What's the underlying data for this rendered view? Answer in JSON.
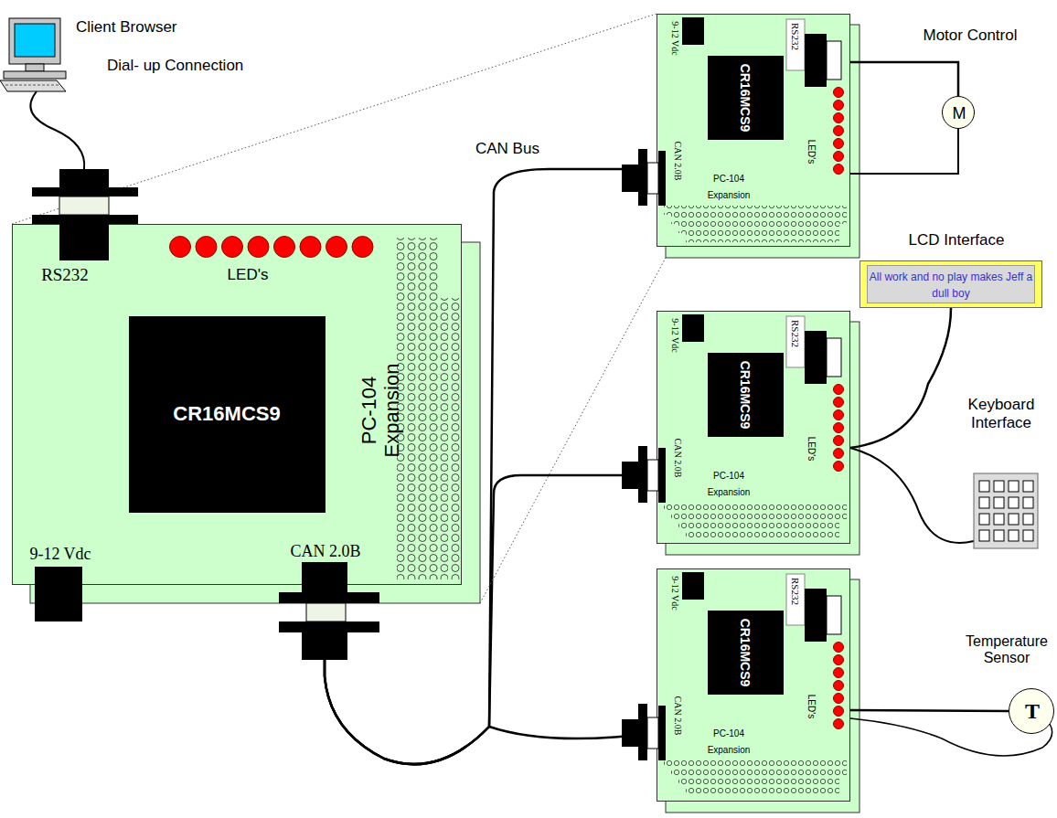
{
  "diagram": {
    "nodes": [
      {
        "text": [
          "RS232",
          "LED's",
          "PC-104 Expansion",
          "9-12 Vdc",
          "CAN 2.0B"
        ]
      },
      {
        "text": [
          "CR16MCS9"
        ],
        "in": 0
      },
      {
        "text": [
          "9-12 Vdc",
          "RS232",
          "CAN 2.0B",
          "LED's",
          "PC-104 Expansion"
        ]
      },
      {
        "text": [
          "CR16MCS9"
        ],
        "in": 2
      },
      {
        "text": [
          "9-12 Vdc",
          "RS232",
          "CAN 2.0B",
          "LED's",
          "PC-104 Expansion"
        ]
      },
      {
        "text": [
          "CR16MCS9"
        ],
        "in": 4
      },
      {
        "text": [
          "9-12 Vdc",
          "RS232",
          "CAN 2.0B",
          "LED's",
          "PC-104 Expansion"
        ]
      },
      {
        "text": [
          "CR16MCS9"
        ],
        "in": 6
      },
      {
        "text": [
          "Motor Control",
          "M"
        ]
      },
      {
        "text": [
          "LCD Interface",
          "All work and no play makes Jeff a dull boy"
        ]
      },
      {
        "text": [
          "Temperature Sensor",
          "T"
        ]
      }
    ],
    "edges": [
      {
        "from": 0,
        "to": 2,
        "arrow": "none"
      },
      {
        "from": 0,
        "to": 4,
        "arrow": "none"
      },
      {
        "from": 0,
        "to": 6,
        "arrow": "none"
      },
      {
        "from": 2,
        "to": 8,
        "arrow": "none"
      },
      {
        "from": 4,
        "to": 9,
        "arrow": "none"
      },
      {
        "from": 6,
        "to": 10,
        "arrow": "none"
      }
    ],
    "labels": [
      "Client Browser",
      "Dial- up Connection",
      "CAN Bus",
      "Keyboard Interface"
    ]
  }
}
